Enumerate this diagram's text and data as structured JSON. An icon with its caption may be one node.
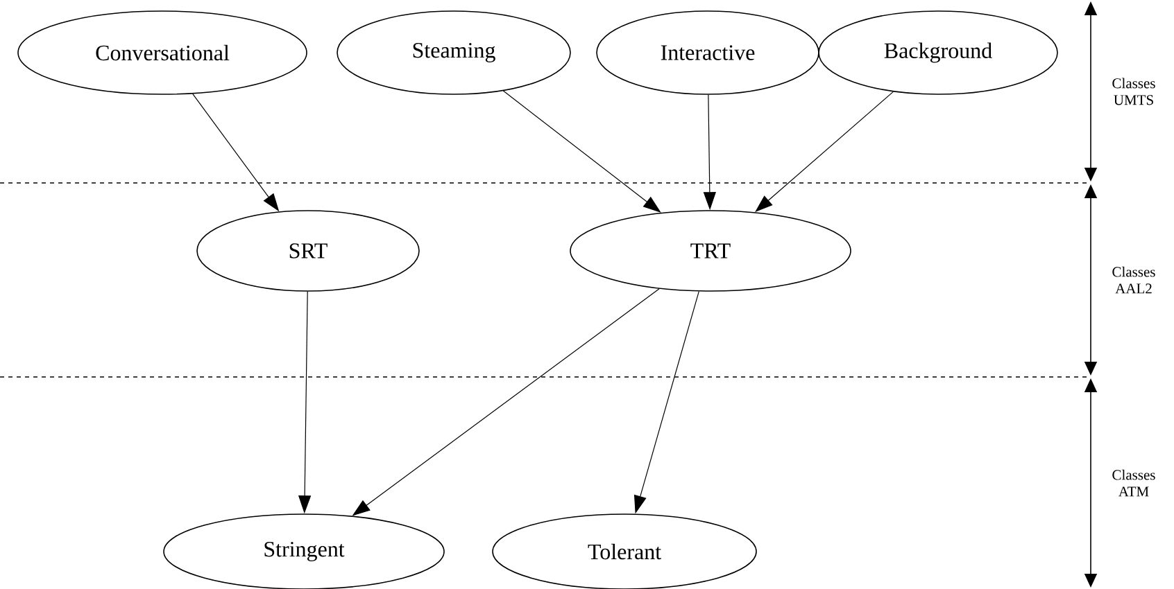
{
  "diagram": {
    "nodes": [
      {
        "text": [
          "Conversational"
        ]
      },
      {
        "text": [
          "Steaming"
        ]
      },
      {
        "text": [
          "Interactive"
        ]
      },
      {
        "text": [
          "Background"
        ]
      },
      {
        "text": [
          "SRT"
        ]
      },
      {
        "text": [
          "TRT"
        ]
      },
      {
        "text": [
          "Stringent"
        ]
      },
      {
        "text": [
          "Tolerant"
        ]
      }
    ],
    "edges": [
      {
        "from": 0,
        "to": 4,
        "arrow": "to"
      },
      {
        "from": 1,
        "to": 5,
        "arrow": "to"
      },
      {
        "from": 2,
        "to": 5,
        "arrow": "to"
      },
      {
        "from": 3,
        "to": 5,
        "arrow": "to"
      },
      {
        "from": 4,
        "to": 6,
        "arrow": "to"
      },
      {
        "from": 5,
        "to": 6,
        "arrow": "to"
      },
      {
        "from": 5,
        "to": 7,
        "arrow": "to"
      }
    ],
    "labels": [
      "Classes UMTS",
      "Classes AAL2",
      "Classes ATM"
    ]
  }
}
